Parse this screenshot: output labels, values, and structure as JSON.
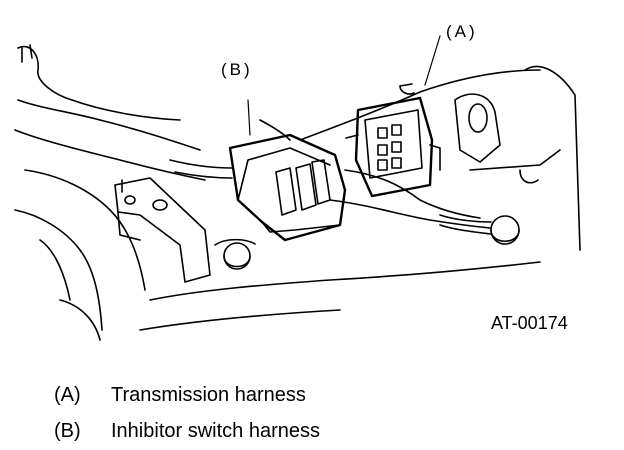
{
  "callouts": {
    "a": "(A)",
    "b": "(B)"
  },
  "figure_id": "AT-00174",
  "legend": [
    {
      "key": "(A)",
      "text": "Transmission harness"
    },
    {
      "key": "(B)",
      "text": "Inhibitor switch harness"
    }
  ]
}
